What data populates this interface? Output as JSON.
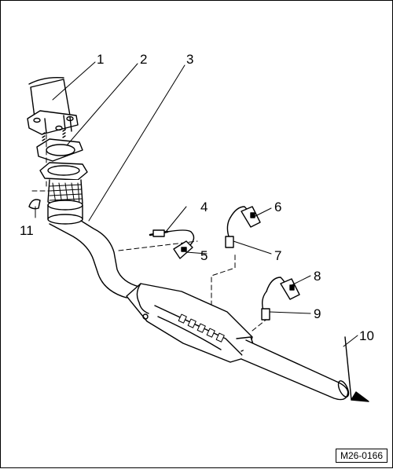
{
  "figure": {
    "callouts": [
      {
        "label": "1"
      },
      {
        "label": "2"
      },
      {
        "label": "3"
      },
      {
        "label": "4"
      },
      {
        "label": "5"
      },
      {
        "label": "6"
      },
      {
        "label": "7"
      },
      {
        "label": "8"
      },
      {
        "label": "9"
      },
      {
        "label": "10"
      },
      {
        "label": "11"
      }
    ],
    "code": "M26-0166"
  }
}
